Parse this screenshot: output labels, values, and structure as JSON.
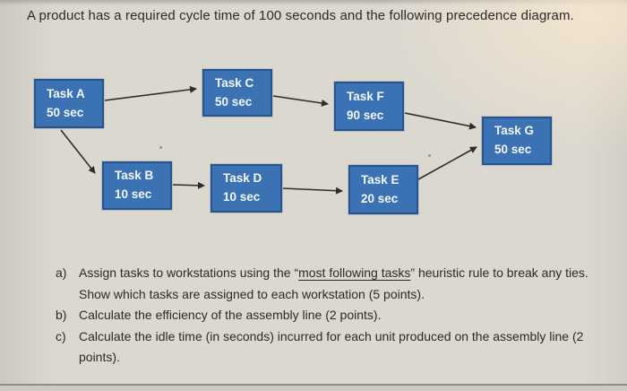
{
  "title": "A product has a required cycle time of 100 seconds and the following precedence diagram.",
  "diagram": {
    "nodes": [
      {
        "id": "A",
        "label": "Task A",
        "time": "50 sec"
      },
      {
        "id": "B",
        "label": "Task B",
        "time": "10 sec"
      },
      {
        "id": "C",
        "label": "Task C",
        "time": "50 sec"
      },
      {
        "id": "D",
        "label": "Task D",
        "time": "10 sec"
      },
      {
        "id": "E",
        "label": "Task E",
        "time": "20 sec"
      },
      {
        "id": "F",
        "label": "Task F",
        "time": "90 sec"
      },
      {
        "id": "G",
        "label": "Task G",
        "time": "50 sec"
      }
    ],
    "edges": [
      {
        "from": "Task A",
        "to": "Task C"
      },
      {
        "from": "Task A",
        "to": "Task B"
      },
      {
        "from": "Task B",
        "to": "Task D"
      },
      {
        "from": "Task C",
        "to": "Task F"
      },
      {
        "from": "Task D",
        "to": "Task E"
      },
      {
        "from": "Task F",
        "to": "Task G"
      },
      {
        "from": "Task E",
        "to": "Task G"
      }
    ]
  },
  "questions": {
    "qa": {
      "marker": "a)",
      "l1_pre": "Assign tasks to workstations using the “",
      "l1_u": "most following tasks",
      "l1_post": "” heuristic rule to break any ties.",
      "l2": "Show which tasks are assigned to each workstation (5 points)."
    },
    "qb": {
      "marker": "b)",
      "l1": "Calculate the efficiency of the assembly line (2 points)."
    },
    "qc": {
      "marker": "c)",
      "l1": "Calculate the idle time (in seconds) incurred for each unit produced on the assembly line (2",
      "l2": "points)."
    }
  },
  "colors": {
    "box_fill": "#3b72b4",
    "box_border": "#27548e",
    "arrow": "#2c2c2c",
    "page_bg": "#dbd8d0"
  }
}
